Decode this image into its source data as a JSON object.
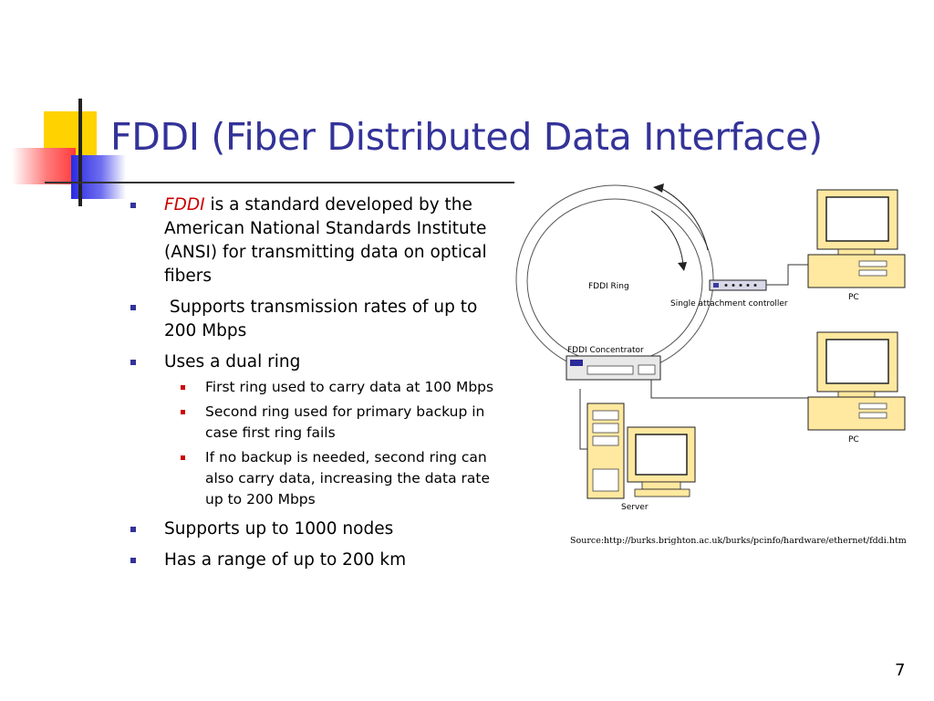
{
  "title": "FDDI (Fiber Distributed Data Interface)",
  "bullets": [
    {
      "em": "FDDI",
      "text": " is a standard developed by the American National Standards Institute (ANSI) for transmitting data on optical fibers"
    },
    {
      "text": " Supports transmission rates of up to 200 Mbps"
    },
    {
      "text": "Uses a dual ring",
      "subs": [
        "First ring used to carry data at 100 Mbps",
        "Second ring used for primary backup in case first ring fails",
        "If no backup is needed, second ring can also carry data, increasing the data rate up to 200 Mbps"
      ]
    },
    {
      "text": "Supports up to 1000 nodes"
    },
    {
      "text": "Has a range of up to 200 km"
    }
  ],
  "diagram": {
    "ring_label": "FDDI Ring",
    "sac_label": "Single attachment controller",
    "concentrator_label": "FDDI Concentrator",
    "pc1_label": "PC",
    "pc2_label": "PC",
    "server_label": "Server"
  },
  "source": "Source:http://burks.brighton.ac.uk/burks/pcinfo/hardware/ethernet/fddi.htm",
  "page_number": "7",
  "colors": {
    "title": "#333399",
    "bullet": "#333399",
    "emphasis": "#cc0000",
    "sub_bullet": "#cc0000",
    "accent_yellow": "#ffd200"
  }
}
